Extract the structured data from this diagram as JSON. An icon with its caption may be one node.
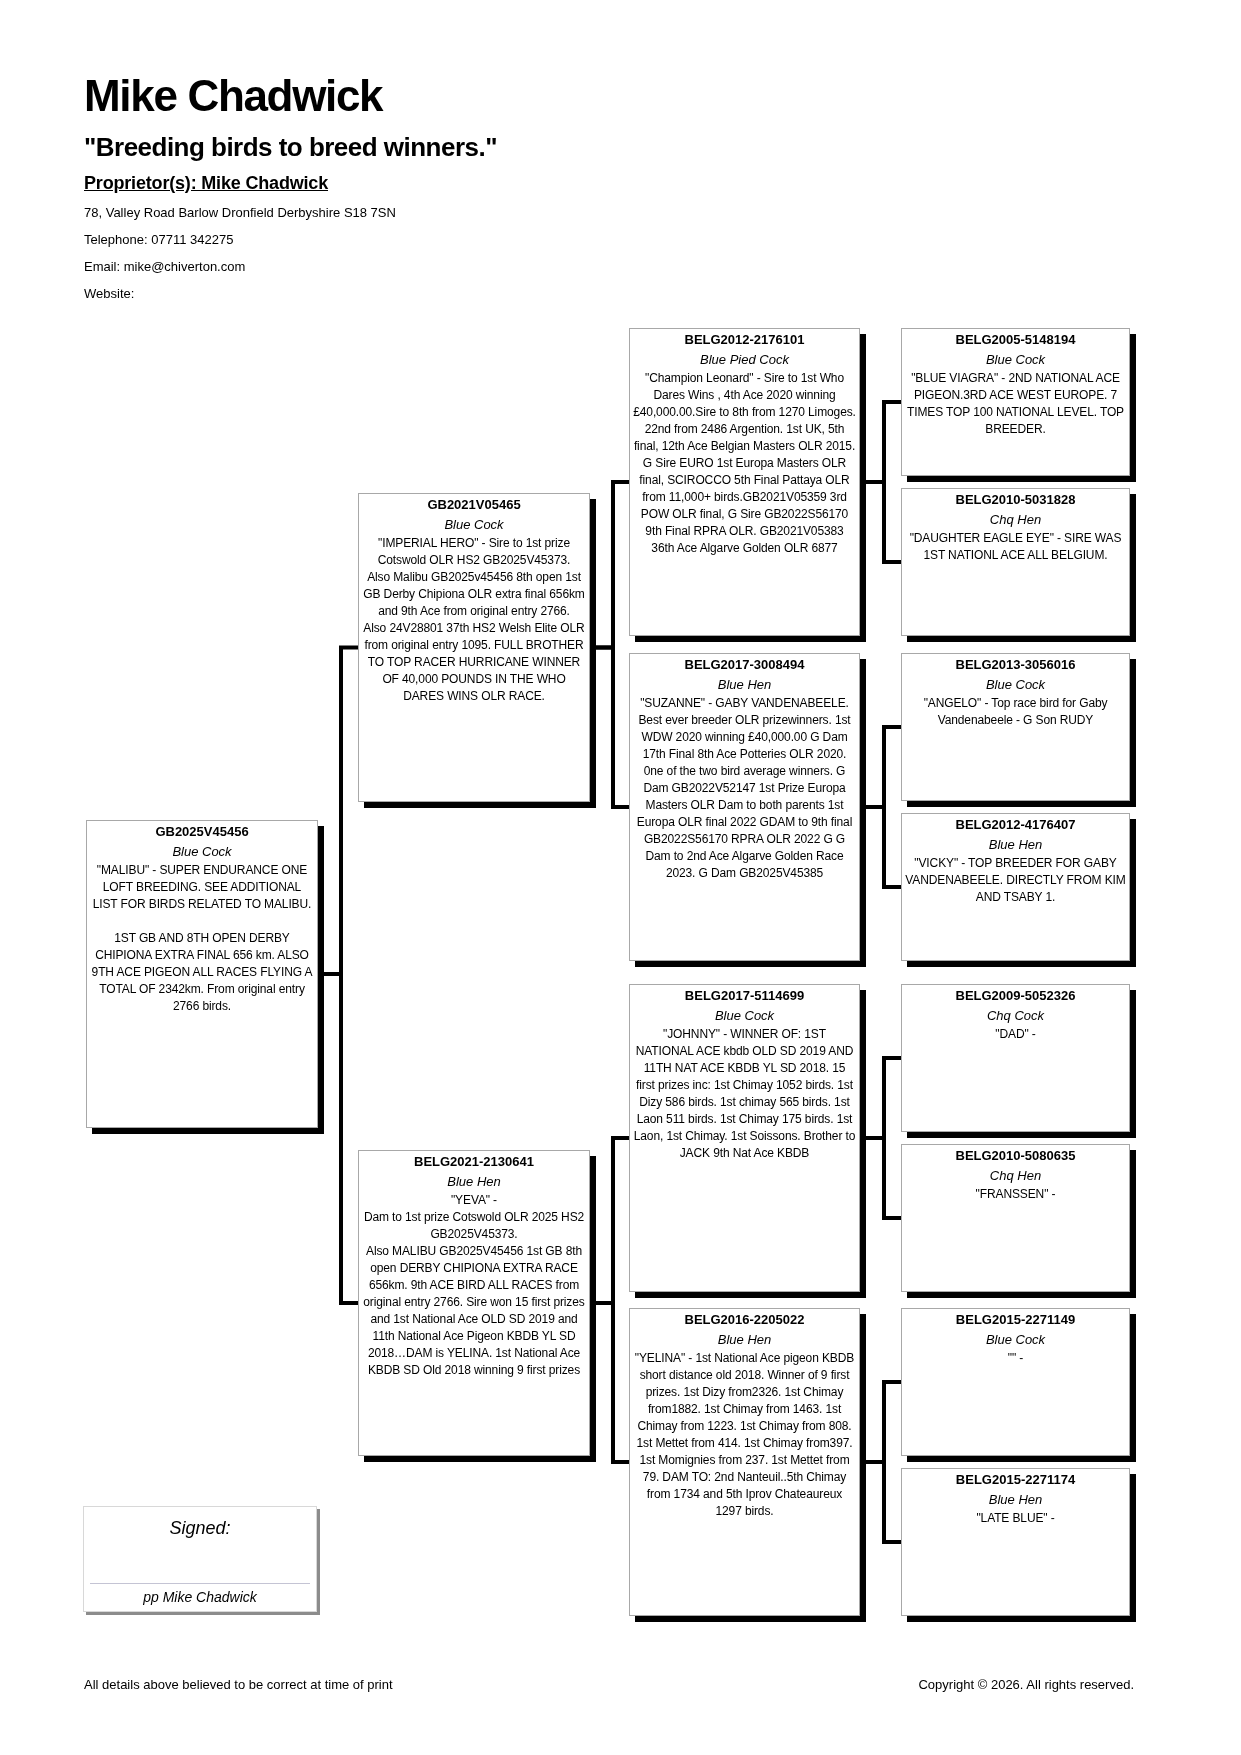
{
  "diagram": {
    "title": "Mike Chadwick",
    "nodes": [
      {
        "text": [
          "GB2025V45456",
          "Blue Cock",
          "\"MALIBU\" - SUPER ENDURANCE ONE LOFT BREEDING. SEE ADDITIONAL LIST FOR BIRDS RELATED TO MALIBU.",
          "1ST GB AND 8TH OPEN DERBY CHIPIONA EXTRA FINAL 656 km. ALSO 9TH ACE PIGEON ALL RACES FLYING A TOTAL OF 2342km. From original entry 2766 birds."
        ]
      },
      {
        "text": [
          "GB2021V05465",
          "Blue Cock",
          "\"IMPERIAL HERO\" - Sire to 1st prize Cotswold OLR HS2 GB2025V45373.",
          "Also Malibu GB2025v45456 8th open 1st GB Derby Chipiona OLR extra final 656km and 9th Ace from original entry 2766.",
          "Also 24V28801 37th HS2 Welsh Elite OLR from original entry 1095. FULL BROTHER TO TOP RACER HURRICANE WINNER OF 40,000 POUNDS IN THE WHO DARES WINS OLR RACE."
        ]
      },
      {
        "text": [
          "BELG2021-2130641",
          "Blue Hen",
          "\"YEVA\" -",
          "Dam to 1st prize Cotswold OLR 2025 HS2 GB2025V45373.",
          "Also MALIBU GB2025V45456 1st GB 8th open DERBY CHIPIONA EXTRA RACE 656km. 9th ACE BIRD ALL RACES from original entry 2766. Sire won 15 first prizes and 1st National Ace OLD SD 2019 and 11th National Ace Pigeon KBDB YL SD 2018…DAM is YELINA. 1st National Ace KBDB SD Old 2018 winning 9 first prizes"
        ]
      },
      {
        "text": [
          "BELG2012-2176101",
          "Blue Pied Cock",
          "\"Champion Leonard\" - Sire to 1st Who Dares Wins , 4th Ace 2020 winning £40,000.00.Sire to 8th from 1270 Limoges. 22nd from 2486 Argention. 1st UK, 5th final, 12th Ace Belgian Masters OLR 2015. G Sire EURO 1st Europa Masters OLR final, SCIROCCO 5th Final Pattaya OLR from 11,000+ birds.GB2021V05359 3rd POW OLR final, G Sire GB2022S56170 9th Final RPRA OLR. GB2021V05383 36th Ace Algarve Golden OLR 6877"
        ]
      },
      {
        "text": [
          "BELG2017-3008494",
          "Blue Hen",
          "\"SUZANNE\" - GABY VANDENABEELE. Best ever breeder OLR prizewinners. 1st WDW 2020 winning £40,000.00 G Dam 17th Final 8th Ace Potteries OLR 2020. 0ne of the two bird average winners. G Dam GB2022V52147 1st Prize Europa Masters OLR Dam to both parents 1st Europa OLR final 2022 GDAM to 9th final GB2022S56170 RPRA OLR 2022 G G Dam to 2nd Ace Algarve Golden Race 2023. G Dam GB2025V45385"
        ]
      },
      {
        "text": [
          "BELG2017-5114699",
          "Blue Cock",
          "\"JOHNNY\" - WINNER OF: 1ST NATIONAL ACE kbdb OLD SD 2019 AND 11TH NAT ACE KBDB YL SD 2018. 15 first prizes inc: 1st Chimay 1052 birds. 1st Dizy 586 birds. 1st chimay 565 birds. 1st Laon 511 birds. 1st Chimay 175 birds. 1st Laon, 1st Chimay. 1st Soissons. Brother to JACK 9th Nat Ace KBDB"
        ]
      },
      {
        "text": [
          "BELG2016-2205022",
          "Blue Hen",
          "\"YELINA\" - 1st National Ace pigeon KBDB short distance old 2018. Winner of 9 first prizes. 1st Dizy from2326. 1st Chimay from1882. 1st Chimay from 1463. 1st Chimay from 1223. 1st Chimay from 808. 1st Mettet from 414. 1st Chimay from397. 1st Momignies from 237. 1st Mettet from 79. DAM TO: 2nd Nanteuil..5th Chimay from 1734 and 5th Iprov Chateaureux 1297 birds."
        ]
      },
      {
        "text": [
          "BELG2005-5148194",
          "Blue Cock",
          "\"BLUE VIAGRA\" - 2ND NATIONAL ACE PIGEON.3RD ACE WEST EUROPE. 7 TIMES TOP 100 NATIONAL LEVEL. TOP BREEDER."
        ]
      },
      {
        "text": [
          "BELG2010-5031828",
          "Chq Hen",
          "\"DAUGHTER EAGLE EYE\" - SIRE WAS 1ST NATIONL ACE ALL BELGIUM."
        ]
      },
      {
        "text": [
          "BELG2013-3056016",
          "Blue Cock",
          "\"ANGELO\" - Top race bird for Gaby Vandenabeele - G Son RUDY"
        ]
      },
      {
        "text": [
          "BELG2012-4176407",
          "Blue Hen",
          "\"VICKY\" - TOP BREEDER FOR GABY VANDENABEELE. DIRECTLY FROM KIM AND TSABY 1."
        ]
      },
      {
        "text": [
          "BELG2009-5052326",
          "Chq Cock",
          "\"DAD\" -"
        ]
      },
      {
        "text": [
          "BELG2010-5080635",
          "Chq Hen",
          "\"FRANSSEN\" -"
        ]
      },
      {
        "text": [
          "BELG2015-2271149",
          "Blue Cock",
          "\"\" -"
        ]
      },
      {
        "text": [
          "BELG2015-2271174",
          "Blue Hen",
          "\"LATE BLUE\" -"
        ]
      },
      {
        "text": [
          "Signed:",
          "pp Mike Chadwick"
        ]
      }
    ],
    "edges": [
      {
        "from": 0,
        "to": 1,
        "arrow": "none"
      },
      {
        "from": 0,
        "to": 2,
        "arrow": "none"
      },
      {
        "from": 1,
        "to": 3,
        "arrow": "none"
      },
      {
        "from": 1,
        "to": 4,
        "arrow": "none"
      },
      {
        "from": 2,
        "to": 5,
        "arrow": "none"
      },
      {
        "from": 2,
        "to": 6,
        "arrow": "none"
      },
      {
        "from": 3,
        "to": 7,
        "arrow": "none"
      },
      {
        "from": 3,
        "to": 8,
        "arrow": "none"
      },
      {
        "from": 4,
        "to": 9,
        "arrow": "none"
      },
      {
        "from": 4,
        "to": 10,
        "arrow": "none"
      },
      {
        "from": 5,
        "to": 11,
        "arrow": "none"
      },
      {
        "from": 5,
        "to": 12,
        "arrow": "none"
      },
      {
        "from": 6,
        "to": 13,
        "arrow": "none"
      },
      {
        "from": 6,
        "to": 14,
        "arrow": "none"
      }
    ],
    "labels": [
      "\"Breeding birds to breed winners.\"",
      "Proprietor(s): Mike Chadwick",
      "78, Valley Road Barlow Dronfield Derbyshire S18 7SN",
      "Telephone: 07711 342275",
      "Email: mike@chiverton.com",
      "Website:",
      "All details above believed to be correct at time of print",
      "Copyright © 2026. All rights reserved."
    ]
  }
}
